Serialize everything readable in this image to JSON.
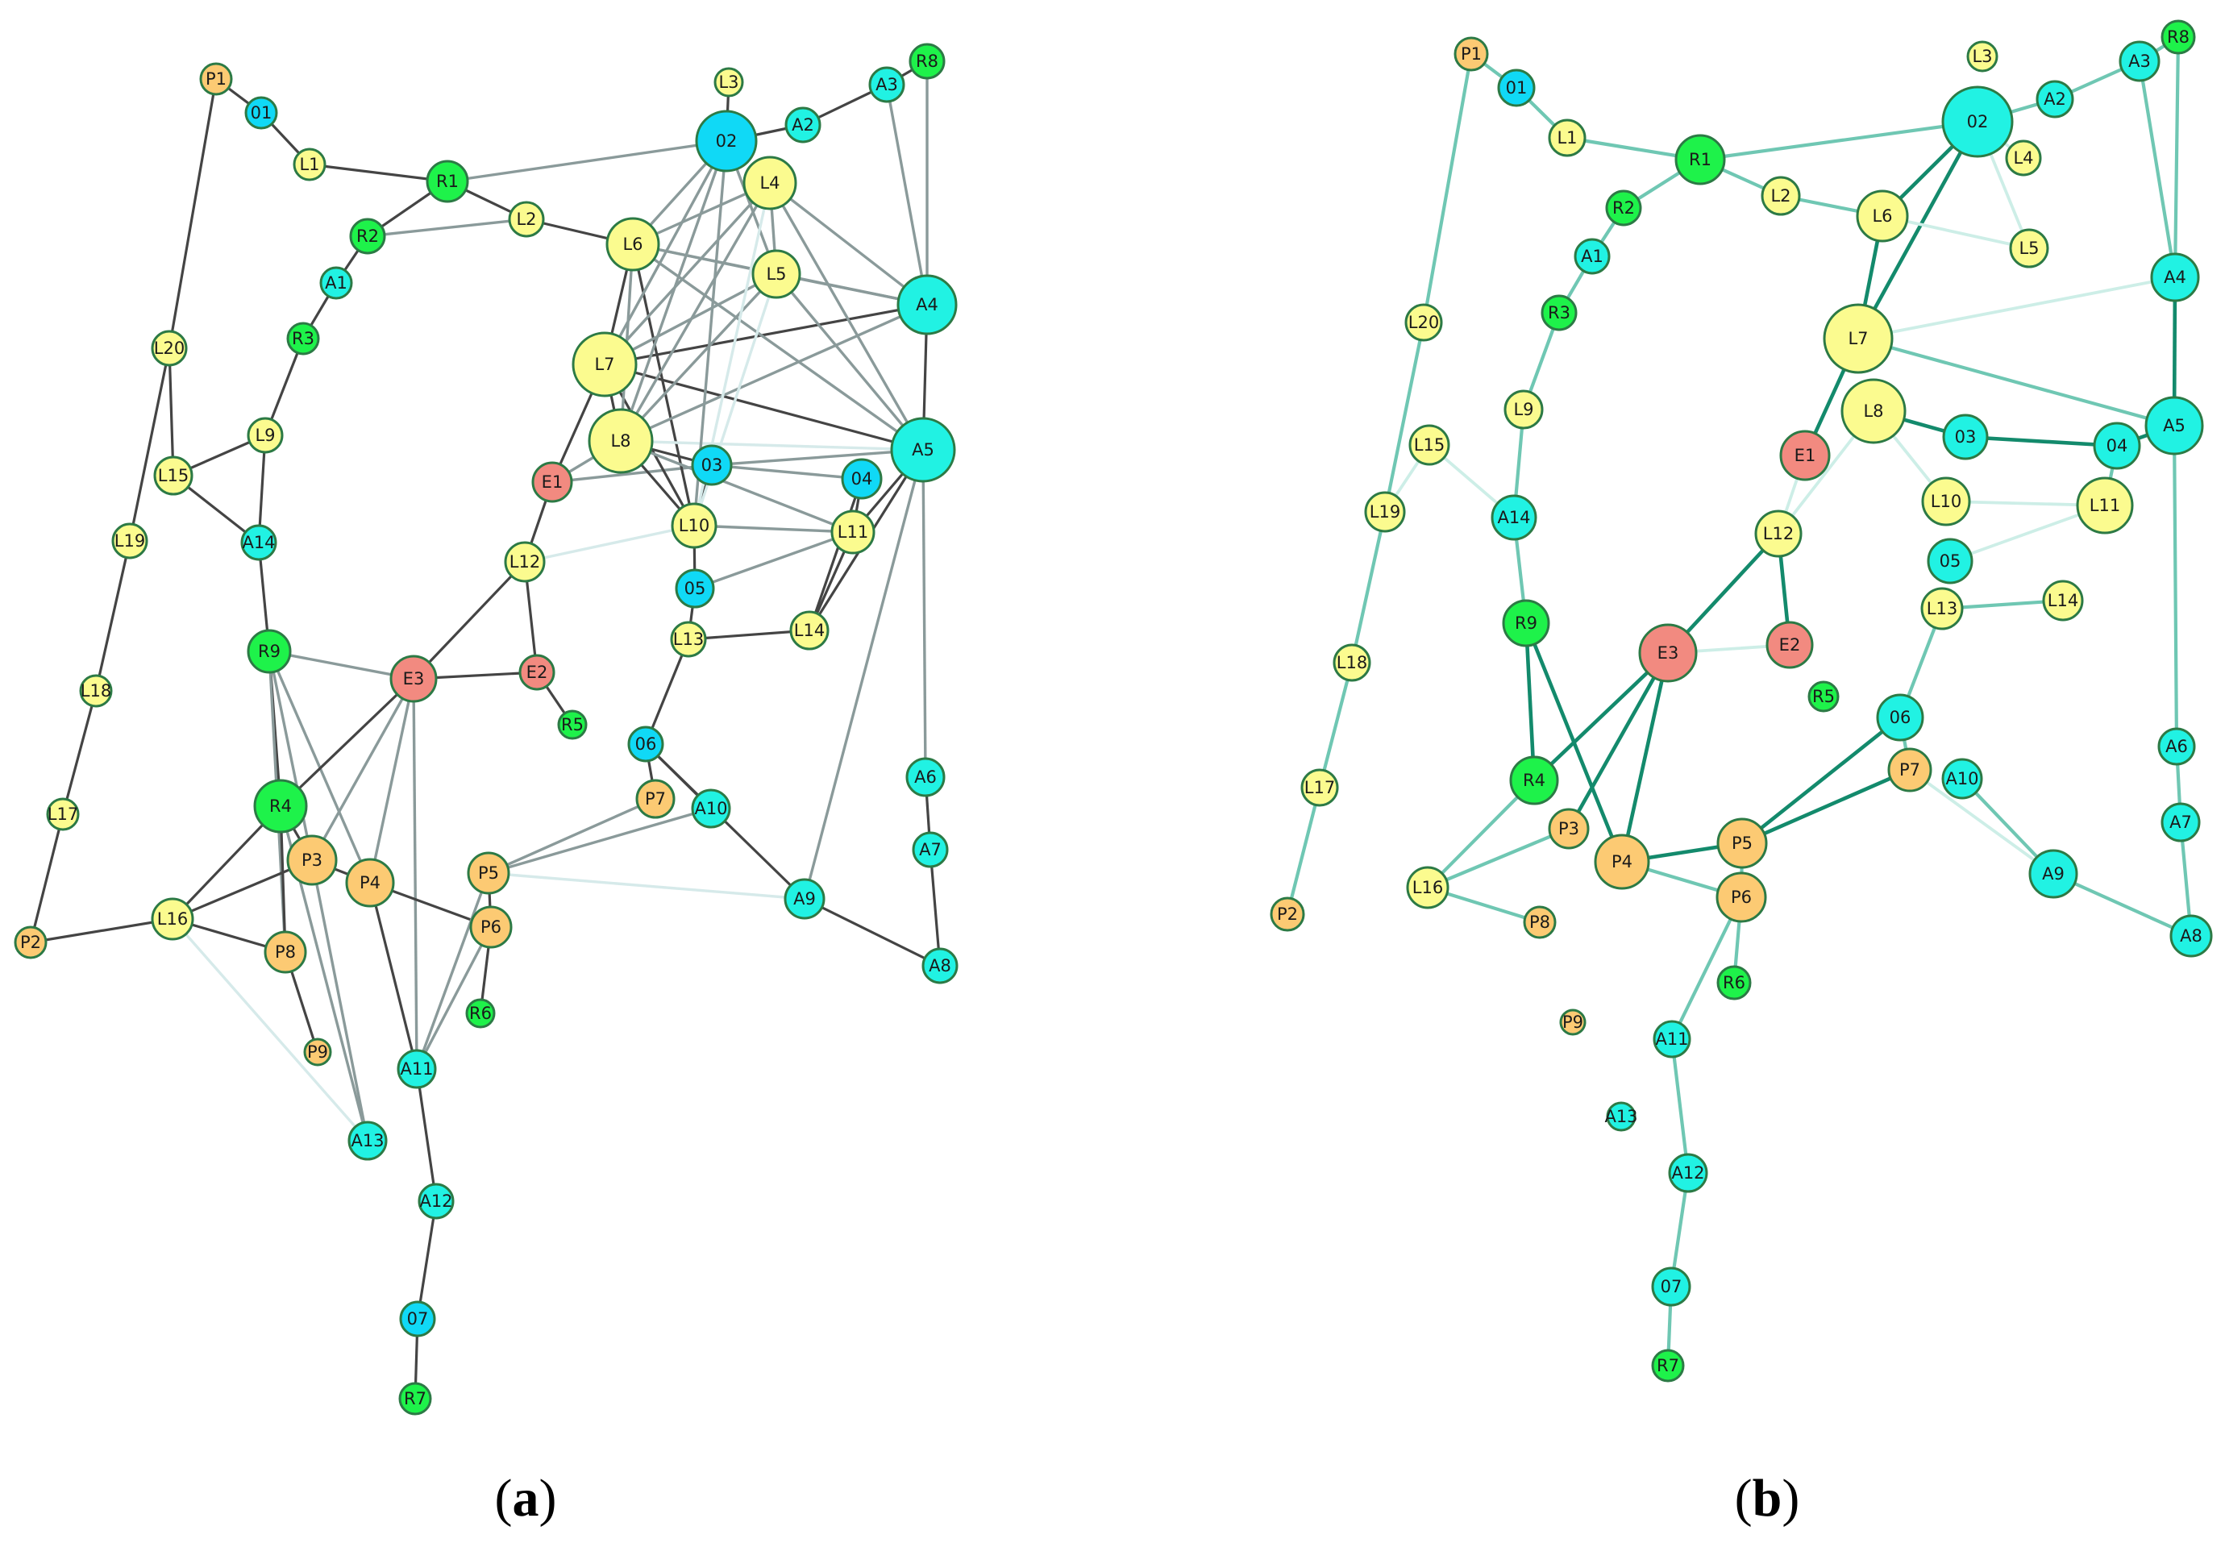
{
  "colors": {
    "yellow": "#fbfb8f",
    "orange": "#fcca73",
    "green": "#1ef24a",
    "cyan": "#21f2e3",
    "blue": "#10d9f6",
    "red": "#f28a80",
    "node_stroke": "#2c7a45",
    "edge_dark_a": "#444444",
    "edge_mid_a": "#8a9a9a",
    "edge_light_a": "#d6eaea",
    "edge_dark_b": "#138a6c",
    "edge_mid_b": "#6fc7b3",
    "edge_light_b": "#cdeee7"
  },
  "panels": [
    {
      "caption": {
        "open": "(",
        "letter": "a",
        "close": ")"
      },
      "nodes": [
        {
          "id": "P1",
          "color": "orange"
        },
        {
          "id": "01",
          "color": "blue"
        },
        {
          "id": "L1",
          "color": "yellow"
        },
        {
          "id": "R1",
          "color": "green"
        },
        {
          "id": "L2",
          "color": "yellow"
        },
        {
          "id": "R2",
          "color": "green"
        },
        {
          "id": "A1",
          "color": "cyan"
        },
        {
          "id": "R3",
          "color": "green"
        },
        {
          "id": "L20",
          "color": "yellow"
        },
        {
          "id": "L9",
          "color": "yellow"
        },
        {
          "id": "L15",
          "color": "yellow"
        },
        {
          "id": "L19",
          "color": "yellow"
        },
        {
          "id": "A14",
          "color": "cyan"
        },
        {
          "id": "L18",
          "color": "yellow"
        },
        {
          "id": "L17",
          "color": "yellow"
        },
        {
          "id": "P2",
          "color": "orange"
        },
        {
          "id": "R9",
          "color": "green"
        },
        {
          "id": "E3",
          "color": "red"
        },
        {
          "id": "R4",
          "color": "green"
        },
        {
          "id": "P3",
          "color": "orange"
        },
        {
          "id": "P4",
          "color": "orange"
        },
        {
          "id": "L16",
          "color": "yellow"
        },
        {
          "id": "P8",
          "color": "orange"
        },
        {
          "id": "P9",
          "color": "orange"
        },
        {
          "id": "A13",
          "color": "cyan"
        },
        {
          "id": "A11",
          "color": "cyan"
        },
        {
          "id": "A12",
          "color": "cyan"
        },
        {
          "id": "07",
          "color": "blue"
        },
        {
          "id": "R7",
          "color": "green"
        },
        {
          "id": "P5",
          "color": "orange"
        },
        {
          "id": "P6",
          "color": "orange"
        },
        {
          "id": "R6",
          "color": "green"
        },
        {
          "id": "E2",
          "color": "red"
        },
        {
          "id": "R5",
          "color": "green"
        },
        {
          "id": "L12",
          "color": "yellow"
        },
        {
          "id": "E1",
          "color": "red"
        },
        {
          "id": "L6",
          "color": "yellow"
        },
        {
          "id": "L7",
          "color": "yellow"
        },
        {
          "id": "L8",
          "color": "yellow"
        },
        {
          "id": "03",
          "color": "blue"
        },
        {
          "id": "L10",
          "color": "yellow"
        },
        {
          "id": "05",
          "color": "blue"
        },
        {
          "id": "L13",
          "color": "yellow"
        },
        {
          "id": "06",
          "color": "blue"
        },
        {
          "id": "P7",
          "color": "orange"
        },
        {
          "id": "A10",
          "color": "cyan"
        },
        {
          "id": "A9",
          "color": "cyan"
        },
        {
          "id": "L14",
          "color": "yellow"
        },
        {
          "id": "L11",
          "color": "yellow"
        },
        {
          "id": "04",
          "color": "blue"
        },
        {
          "id": "A5",
          "color": "cyan"
        },
        {
          "id": "A4",
          "color": "cyan"
        },
        {
          "id": "L5",
          "color": "yellow"
        },
        {
          "id": "L4",
          "color": "yellow"
        },
        {
          "id": "02",
          "color": "blue"
        },
        {
          "id": "L3",
          "color": "yellow"
        },
        {
          "id": "A2",
          "color": "cyan"
        },
        {
          "id": "A3",
          "color": "cyan"
        },
        {
          "id": "R8",
          "color": "green"
        },
        {
          "id": "A6",
          "color": "cyan"
        },
        {
          "id": "A7",
          "color": "cyan"
        },
        {
          "id": "A8",
          "color": "cyan"
        }
      ]
    },
    {
      "caption": {
        "open": "(",
        "letter": "b",
        "close": ")"
      },
      "nodes": [
        {
          "id": "P1",
          "color": "orange"
        },
        {
          "id": "01",
          "color": "blue"
        },
        {
          "id": "L1",
          "color": "yellow"
        },
        {
          "id": "R1",
          "color": "green"
        },
        {
          "id": "L2",
          "color": "yellow"
        },
        {
          "id": "R2",
          "color": "green"
        },
        {
          "id": "A1",
          "color": "cyan"
        },
        {
          "id": "R3",
          "color": "green"
        },
        {
          "id": "L20",
          "color": "yellow"
        },
        {
          "id": "L9",
          "color": "yellow"
        },
        {
          "id": "L15",
          "color": "yellow"
        },
        {
          "id": "L19",
          "color": "yellow"
        },
        {
          "id": "A14",
          "color": "cyan"
        },
        {
          "id": "L18",
          "color": "yellow"
        },
        {
          "id": "L17",
          "color": "yellow"
        },
        {
          "id": "P2",
          "color": "orange"
        },
        {
          "id": "R9",
          "color": "green"
        },
        {
          "id": "E3",
          "color": "red"
        },
        {
          "id": "R4",
          "color": "green"
        },
        {
          "id": "P3",
          "color": "orange"
        },
        {
          "id": "P4",
          "color": "orange"
        },
        {
          "id": "L16",
          "color": "yellow"
        },
        {
          "id": "P8",
          "color": "orange"
        },
        {
          "id": "P9",
          "color": "orange"
        },
        {
          "id": "A13",
          "color": "cyan"
        },
        {
          "id": "A11",
          "color": "cyan"
        },
        {
          "id": "A12",
          "color": "cyan"
        },
        {
          "id": "07",
          "color": "cyan"
        },
        {
          "id": "R7",
          "color": "green"
        },
        {
          "id": "P5",
          "color": "orange"
        },
        {
          "id": "P6",
          "color": "orange"
        },
        {
          "id": "R6",
          "color": "green"
        },
        {
          "id": "E2",
          "color": "red"
        },
        {
          "id": "R5",
          "color": "green"
        },
        {
          "id": "L12",
          "color": "yellow"
        },
        {
          "id": "E1",
          "color": "red"
        },
        {
          "id": "L6",
          "color": "yellow"
        },
        {
          "id": "L7",
          "color": "yellow"
        },
        {
          "id": "L8",
          "color": "yellow"
        },
        {
          "id": "03",
          "color": "cyan"
        },
        {
          "id": "L10",
          "color": "yellow"
        },
        {
          "id": "05",
          "color": "cyan"
        },
        {
          "id": "L13",
          "color": "yellow"
        },
        {
          "id": "06",
          "color": "cyan"
        },
        {
          "id": "P7",
          "color": "orange"
        },
        {
          "id": "A10",
          "color": "cyan"
        },
        {
          "id": "A9",
          "color": "cyan"
        },
        {
          "id": "L14",
          "color": "yellow"
        },
        {
          "id": "L11",
          "color": "yellow"
        },
        {
          "id": "04",
          "color": "cyan"
        },
        {
          "id": "A5",
          "color": "cyan"
        },
        {
          "id": "A4",
          "color": "cyan"
        },
        {
          "id": "L5",
          "color": "yellow"
        },
        {
          "id": "L4",
          "color": "yellow"
        },
        {
          "id": "02",
          "color": "cyan"
        },
        {
          "id": "L3",
          "color": "yellow"
        },
        {
          "id": "A2",
          "color": "cyan"
        },
        {
          "id": "A3",
          "color": "cyan"
        },
        {
          "id": "R8",
          "color": "green"
        },
        {
          "id": "A6",
          "color": "cyan"
        },
        {
          "id": "A7",
          "color": "cyan"
        },
        {
          "id": "A8",
          "color": "cyan"
        }
      ]
    }
  ]
}
